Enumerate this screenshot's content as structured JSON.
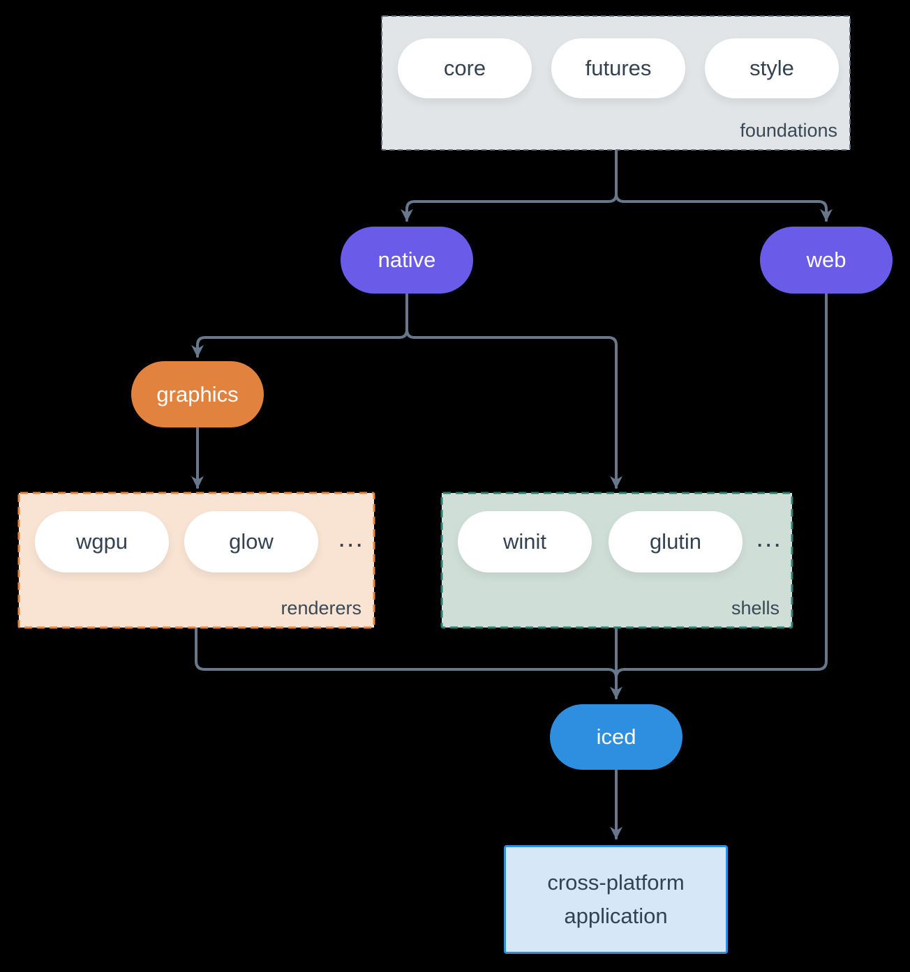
{
  "diagram": {
    "colors": {
      "background": "#000000",
      "arrow": "#68788c",
      "node_purple": "#6a5be8",
      "node_orange": "#e2823f",
      "node_blue": "#2e8fe0",
      "text_dark": "#334250",
      "text_light": "#ffffff"
    },
    "groups": {
      "foundations": {
        "label": "foundations",
        "fill": "#e1e5e8",
        "border": "#5d7081",
        "items": [
          "core",
          "futures",
          "style"
        ]
      },
      "renderers": {
        "label": "renderers",
        "fill": "#f9e4d3",
        "border": "#e8853b",
        "items": [
          "wgpu",
          "glow"
        ],
        "more": "..."
      },
      "shells": {
        "label": "shells",
        "fill": "#cfdfd8",
        "border": "#2c7e71",
        "items": [
          "winit",
          "glutin"
        ],
        "more": "..."
      }
    },
    "nodes": {
      "native": "native",
      "web": "web",
      "graphics": "graphics",
      "iced": "iced",
      "application": "cross-platform application"
    }
  }
}
